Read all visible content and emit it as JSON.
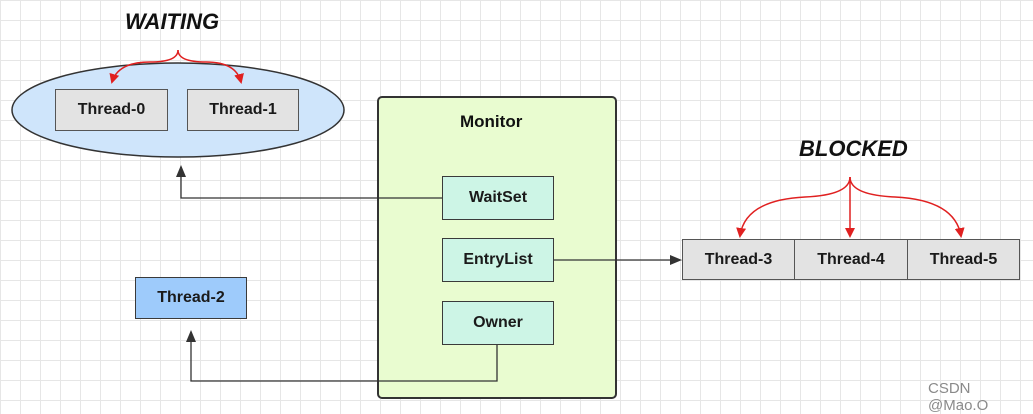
{
  "waiting_label": "WAITING",
  "blocked_label": "BLOCKED",
  "monitor": {
    "title": "Monitor",
    "wait_set": "WaitSet",
    "entry_list": "EntryList",
    "owner": "Owner"
  },
  "waiting_threads": [
    "Thread-0",
    "Thread-1"
  ],
  "blocked_threads": [
    "Thread-3",
    "Thread-4",
    "Thread-5"
  ],
  "owner_thread": "Thread-2",
  "watermark": "CSDN @Mao.O",
  "colors": {
    "ellipse_fill": "#cfe5fb",
    "monitor_fill": "#e9fcd0",
    "mint_fill": "#cdf5e6",
    "thread_gray": "#e3e3e3",
    "owner_thread_fill": "#9ecbfb",
    "red_arrow": "#e02020"
  }
}
